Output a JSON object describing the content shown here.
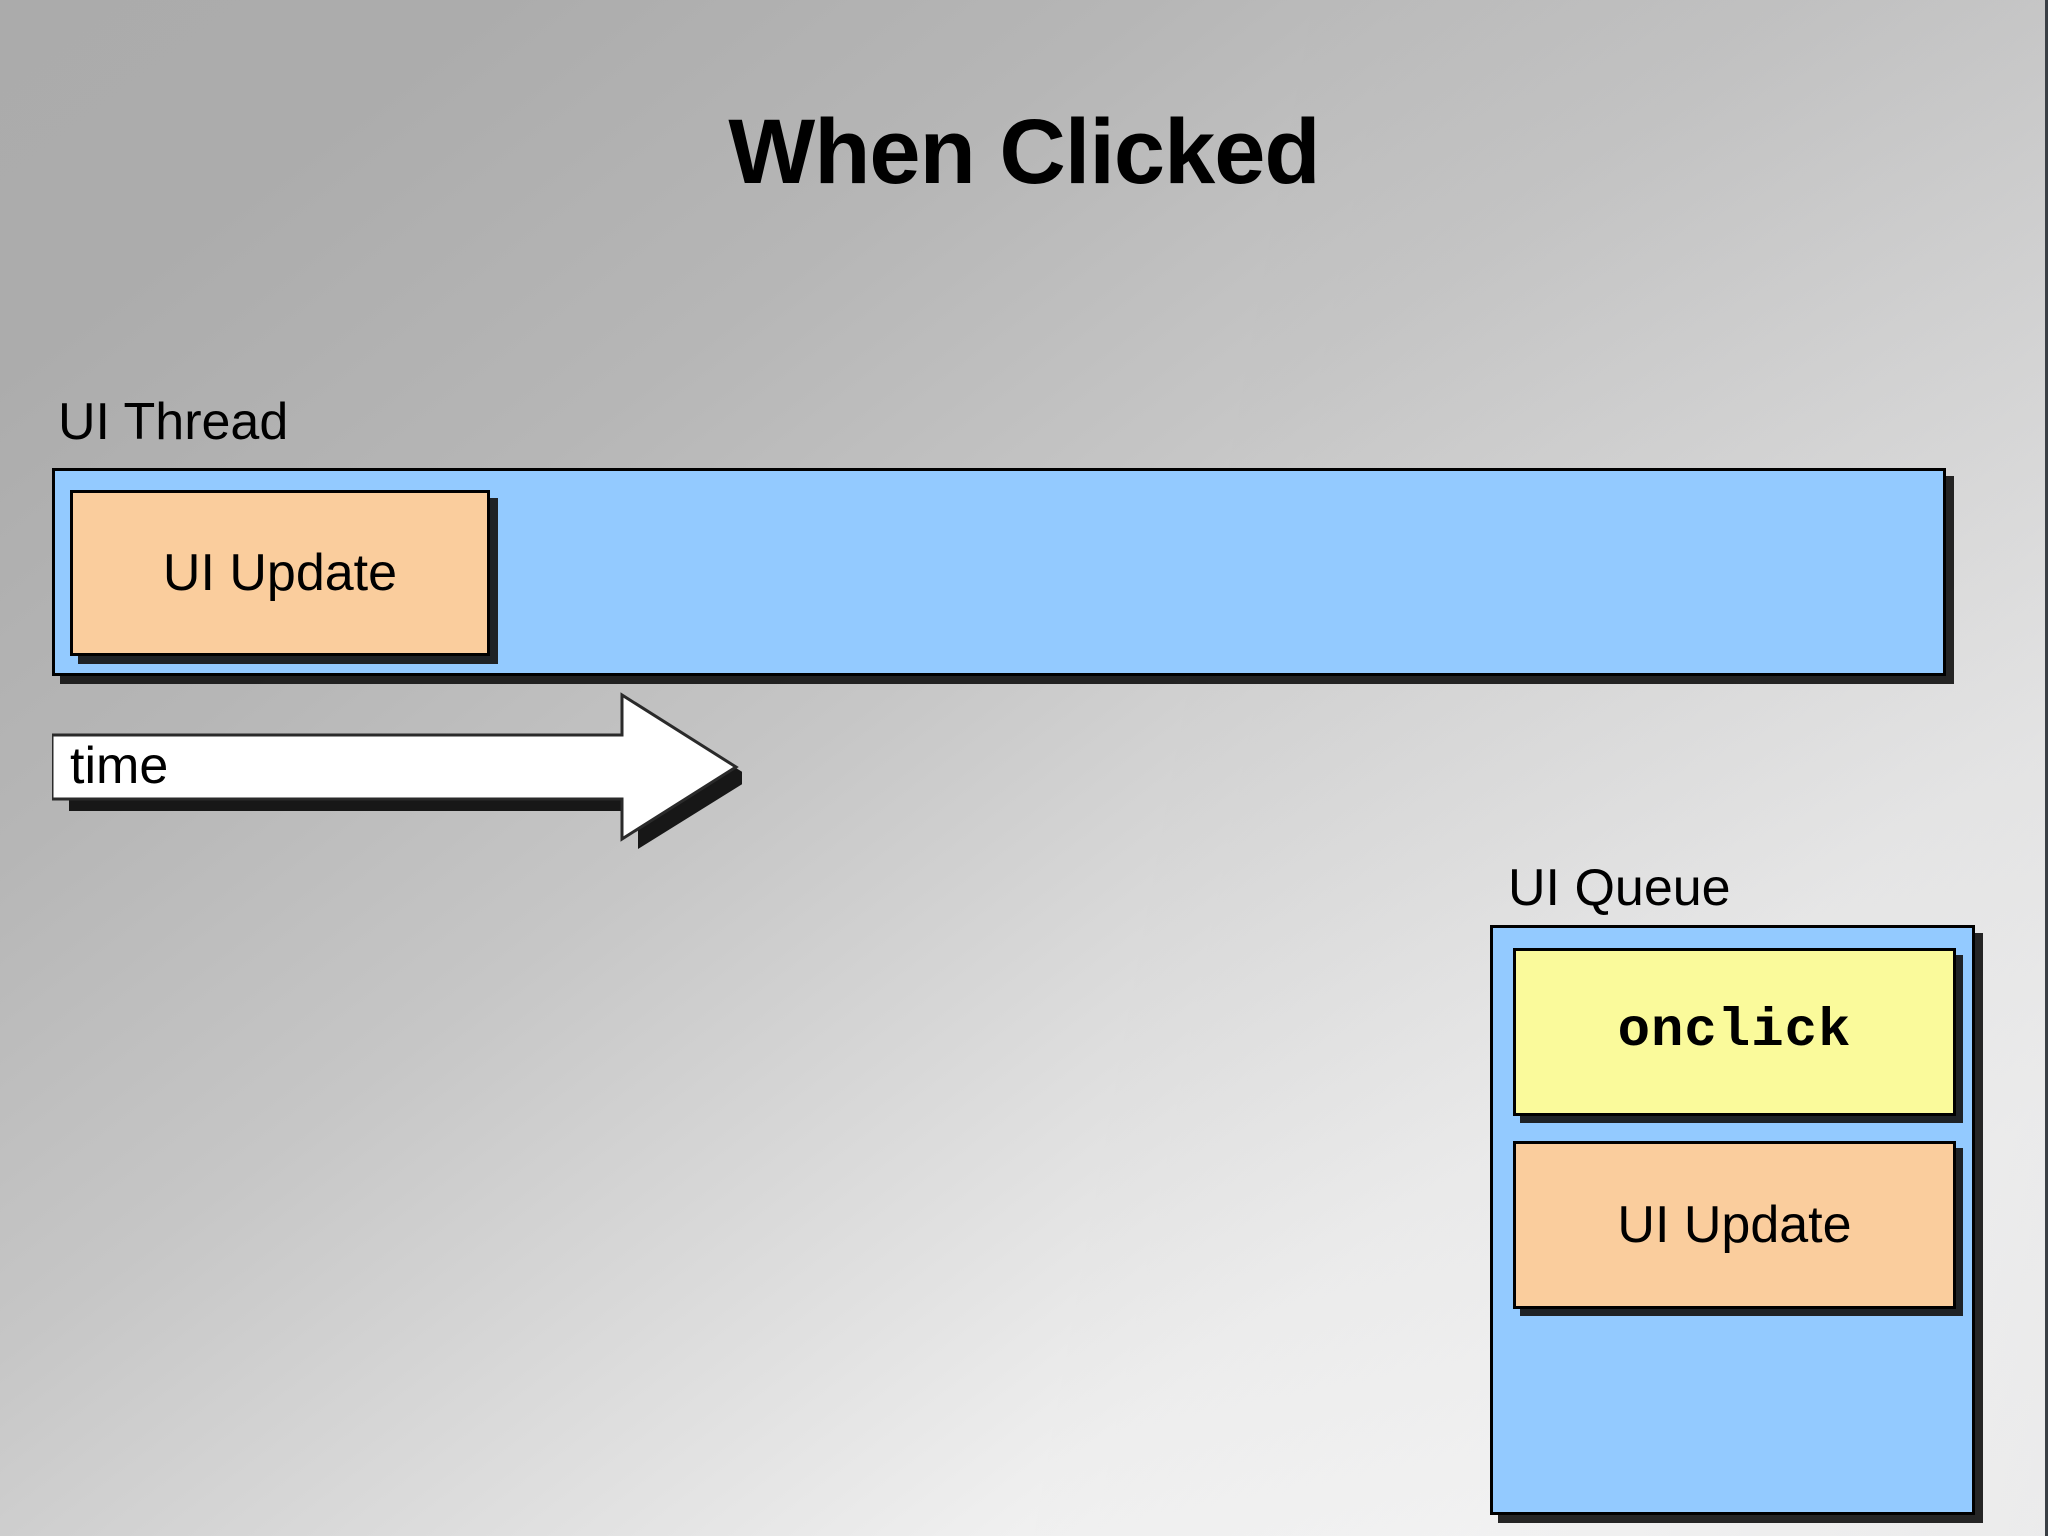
{
  "slide": {
    "title": "When Clicked",
    "background_top_color": "#ABABAB",
    "background_bottom_color": "#FAFAFA"
  },
  "ui_thread": {
    "label": "UI Thread",
    "bar_color": "#93CAFF",
    "task": {
      "label": "UI Update",
      "color": "#FACD9D"
    }
  },
  "time_axis": {
    "label": "time",
    "direction": "right",
    "fill_color": "#FFFFFF"
  },
  "ui_queue": {
    "label": "UI Queue",
    "box_color": "#93CAFF",
    "items": [
      {
        "label": "onclick",
        "color": "#FAFA9B",
        "style": "monospace"
      },
      {
        "label": "UI Update",
        "color": "#FACD9D",
        "style": "sans"
      }
    ]
  }
}
